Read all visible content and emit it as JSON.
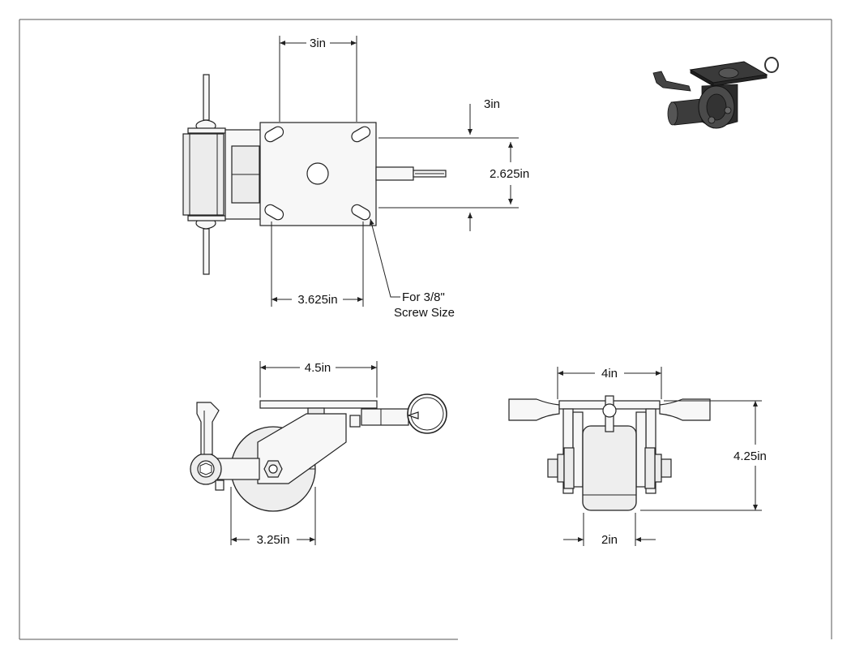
{
  "drawing": {
    "top_view": {
      "plate_width": "3in",
      "plate_offset": "3in",
      "hole_spacing": "2.625in",
      "overall_length": "3.625in",
      "screw_note_line1": "For 3/8\"",
      "screw_note_line2": "Screw Size"
    },
    "side_view": {
      "plate_length": "4.5in",
      "wheel_diameter": "3.25in"
    },
    "front_view": {
      "plate_width": "4in",
      "overall_height": "4.25in",
      "wheel_width": "2in"
    }
  },
  "colors": {
    "line": "#222222",
    "fill": "#f7f7f7",
    "iso_dark": "#2a2a2a"
  }
}
